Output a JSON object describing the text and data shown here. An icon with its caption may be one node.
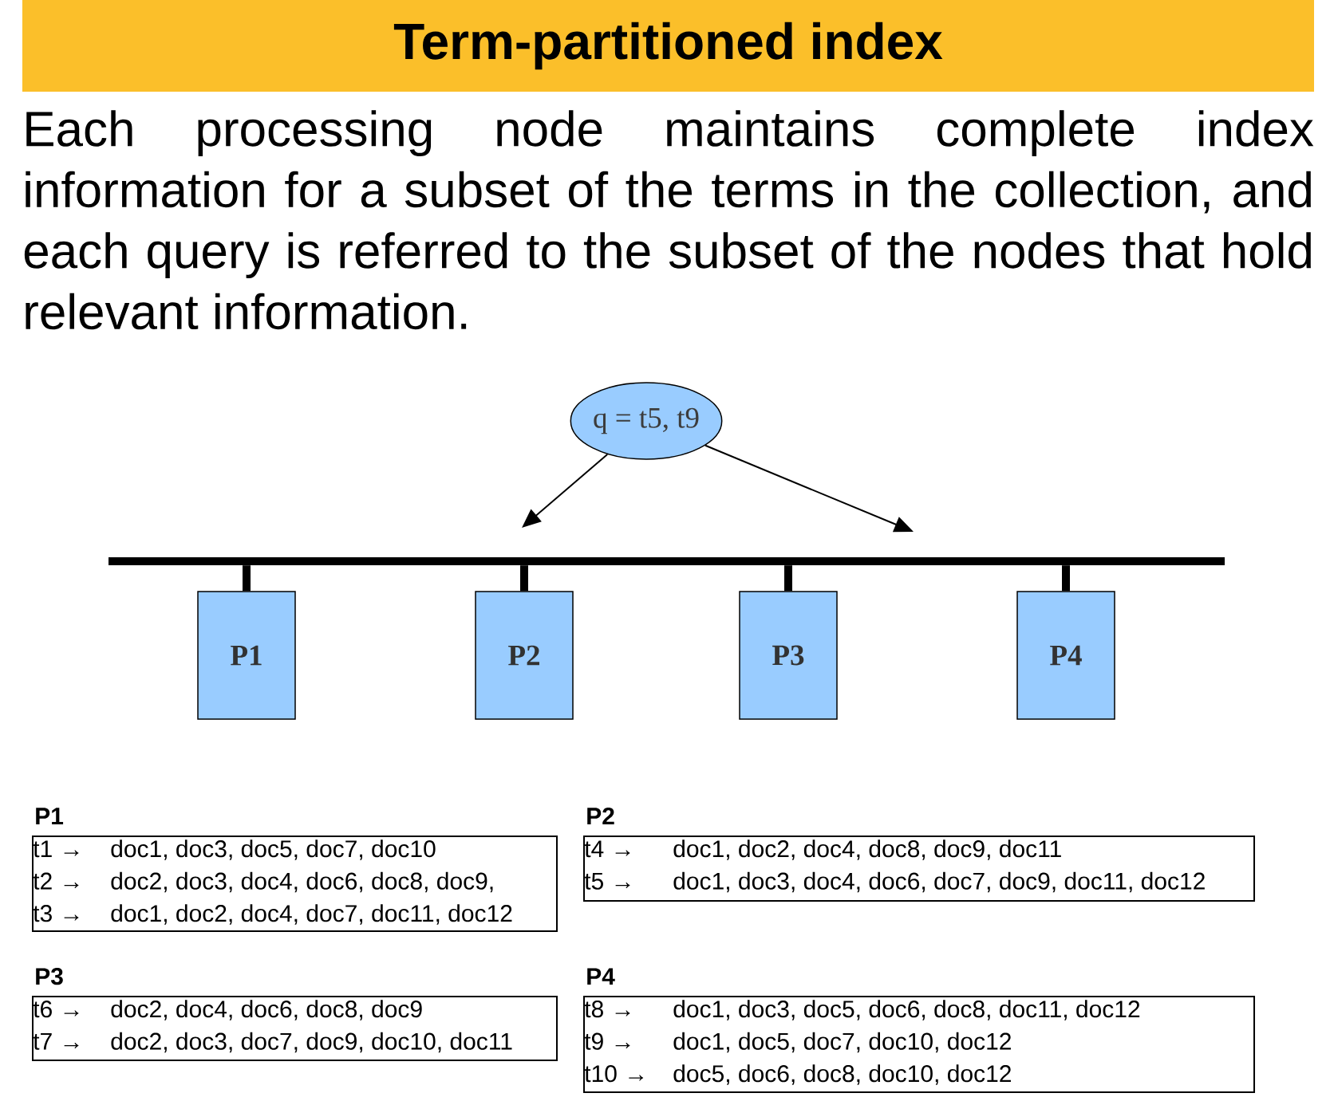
{
  "diagram": {
    "title": "Term-partitioned index",
    "nodes": [
      {
        "text": [
          "q = t5, t9"
        ]
      },
      {
        "text": [],
        "shape": "bar"
      },
      {
        "text": [
          "P1"
        ]
      },
      {
        "text": [
          "P2"
        ]
      },
      {
        "text": [
          "P3"
        ]
      },
      {
        "text": [
          "P4"
        ]
      },
      {
        "text": [
          "P1",
          "t1 →",
          "doc1, doc3, doc5, doc7, doc10",
          "t2 →",
          "doc2, doc3, doc4, doc6, doc8, doc9,",
          "t3 →",
          "doc1, doc2, doc4, doc7, doc11, doc12"
        ]
      },
      {
        "text": [
          "P2",
          "t4 →",
          "doc1, doc2, doc4, doc8, doc9, doc11",
          "t5 →",
          "doc1, doc3, doc4, doc6, doc7, doc9, doc11, doc12"
        ]
      },
      {
        "text": [
          "P3",
          "t6 →",
          "doc2, doc4, doc6, doc8, doc9",
          "t7 →",
          "doc2, doc3, doc7, doc9, doc10, doc11"
        ]
      },
      {
        "text": [
          "P4",
          "t8 →",
          "doc1, doc3, doc5, doc6, doc8, doc11, doc12",
          "t9 →",
          "doc1, doc5, doc7, doc10, doc12",
          "t10 →",
          "doc5, doc6, doc8, doc10, doc12"
        ]
      }
    ],
    "edges": [
      {
        "from": 0,
        "to": null,
        "arrow": "to"
      },
      {
        "from": 0,
        "to": null,
        "arrow": "to"
      },
      {
        "from": 1,
        "to": 2,
        "arrow": "none"
      },
      {
        "from": 1,
        "to": 3,
        "arrow": "none"
      },
      {
        "from": 1,
        "to": 4,
        "arrow": "none"
      },
      {
        "from": 1,
        "to": 5,
        "arrow": "none"
      }
    ],
    "labels": [
      "Each processing node maintains complete index information for a subset of the terms in the collection, and each query is referred to the subset of the nodes that hold relevant information."
    ]
  }
}
